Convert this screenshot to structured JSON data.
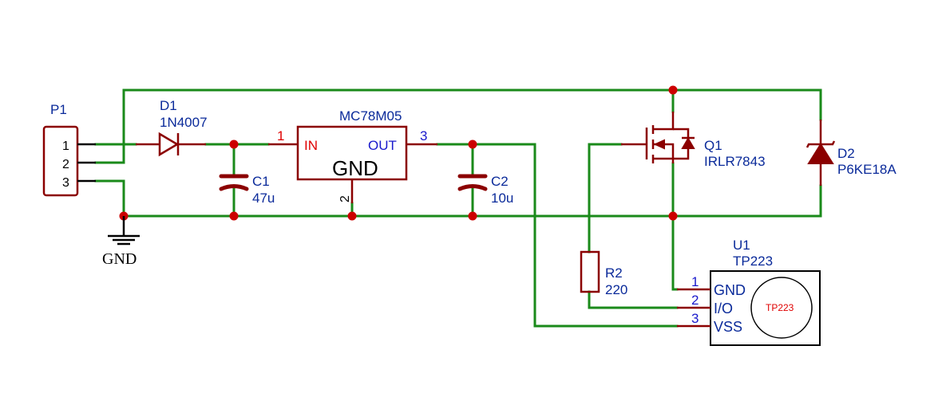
{
  "colors": {
    "wire": "#1a8a1a",
    "component": "#8b0000",
    "label": "#0a2a9a",
    "pin_number_red": "#e00000",
    "junction": "#cc0000"
  },
  "p1": {
    "ref": "P1",
    "pins": [
      "1",
      "2",
      "3"
    ]
  },
  "d1": {
    "ref": "D1",
    "value": "1N4007"
  },
  "regulator": {
    "name": "MC78M05",
    "pin_in_num": "1",
    "pin_in": "IN",
    "pin_out": "OUT",
    "pin_out_num": "3",
    "gnd_label": "GND",
    "pin_gnd_num": "2"
  },
  "c1": {
    "ref": "C1",
    "value": "47u"
  },
  "c2": {
    "ref": "C2",
    "value": "10u"
  },
  "q1": {
    "ref": "Q1",
    "value": "IRLR7843"
  },
  "d2": {
    "ref": "D2",
    "value": "P6KE18A"
  },
  "r2": {
    "ref": "R2",
    "value": "220"
  },
  "u1": {
    "ref": "U1",
    "value": "TP223",
    "pins": [
      {
        "num": "1",
        "name": "GND"
      },
      {
        "num": "2",
        "name": "I/O"
      },
      {
        "num": "3",
        "name": "VSS"
      }
    ],
    "chip_label": "TP223"
  },
  "gnd_symbol": {
    "label": "GND"
  }
}
